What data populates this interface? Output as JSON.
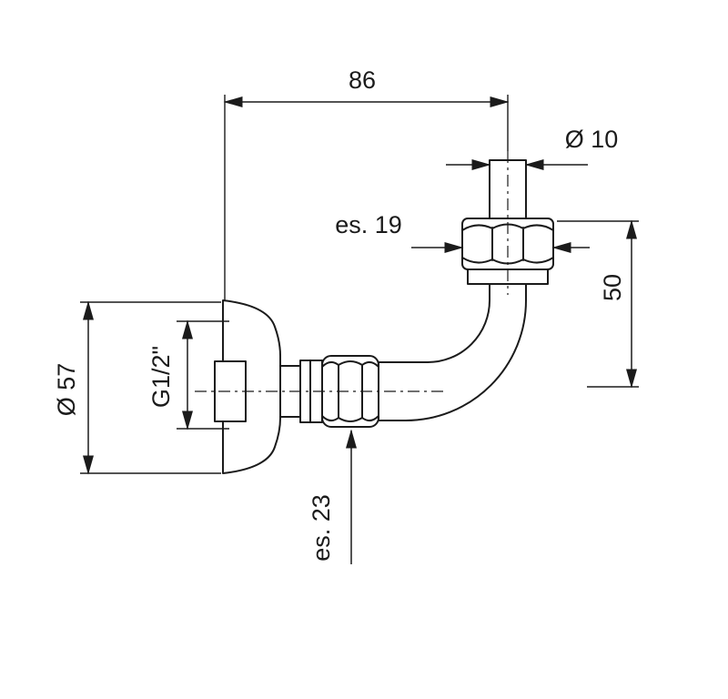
{
  "dimensions": {
    "width": "86",
    "pipe_diameter": "Ø 10",
    "hex_top": "es. 19",
    "height": "50",
    "flange_diameter": "Ø 57",
    "thread": "G1/2\"",
    "hex_bottom": "es. 23"
  },
  "colors": {
    "line": "#1b1b1b",
    "background": "#ffffff"
  }
}
